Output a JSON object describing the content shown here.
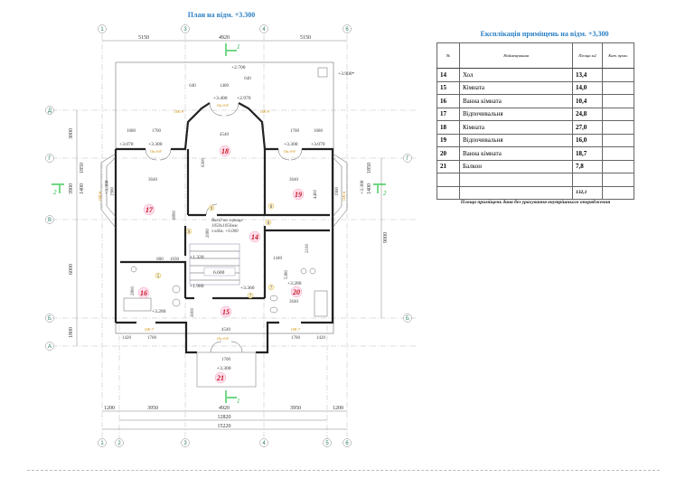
{
  "plan": {
    "title": "План на відм. +3.300",
    "axes_top": [
      "1",
      "3",
      "4",
      "6"
    ],
    "axes_bottom": [
      "1",
      "2",
      "3",
      "4",
      "5",
      "6"
    ],
    "axes_left": [
      "Д",
      "Г",
      "В",
      "Б",
      "А"
    ],
    "axes_right": [
      "Г",
      "Б"
    ],
    "dims_top": [
      "5150",
      "4920",
      "5150"
    ],
    "dims_bottom": [
      "1200",
      "3950",
      "4920",
      "3950",
      "1200"
    ],
    "dims_totals": [
      "12820",
      "15220"
    ],
    "dims_left": [
      "3000",
      "1850",
      "3900",
      "1400",
      "6000",
      "1800"
    ],
    "dims_right": [
      "1850",
      "1400",
      "9000"
    ],
    "dims_inner": [
      "640",
      "1400",
      "640",
      "1680",
      "1700",
      "1700",
      "1680",
      "3640",
      "4540",
      "3640",
      "6300",
      "6890",
      "4400",
      "800",
      "1030",
      "2080",
      "2100",
      "1440",
      "5380",
      "2800",
      "3640",
      "3000",
      "4540",
      "1420",
      "1700",
      "1700",
      "1420",
      "1700",
      "1960",
      "1960"
    ],
    "levels": [
      "+2.700",
      "+3.900*",
      "+3.400",
      "+2.970",
      "+3.070",
      "+3.300",
      "+3.300",
      "+3.070",
      "+1.320",
      "+1.980",
      "6.600",
      "+3.360",
      "+3.280",
      "+3.280",
      "+3.300",
      "+3.300",
      "+3.300"
    ],
    "windows": [
      "ОК-9",
      "ОК-9",
      "Ок.б-8",
      "Ок.б-8",
      "Ок.б-8",
      "ОК-6",
      "ОК-6",
      "ОК-7",
      "ОК-7",
      "Ок.б-8"
    ],
    "doors": [
      "9",
      "9",
      "8",
      "8",
      "7",
      "7",
      "5"
    ],
    "section_mark": [
      "1",
      "1",
      "2",
      "2"
    ],
    "attic_note": [
      "Вихід на горище",
      "1050x1050мм",
      "з відм. +6.000"
    ],
    "rooms": [
      "14",
      "15",
      "16",
      "17",
      "18",
      "19",
      "20",
      "21"
    ]
  },
  "explication": {
    "title": "Експлікація приміщень на відм. +3,300",
    "headers": {
      "num": "№",
      "name": "Найменування",
      "area": "Площа м2",
      "cat": "Кат. прим."
    },
    "rows": [
      {
        "num": "14",
        "name": "Хол",
        "area": "13,4"
      },
      {
        "num": "15",
        "name": "Кімната",
        "area": "14,0"
      },
      {
        "num": "16",
        "name": "Ванна кімната",
        "area": "10,4"
      },
      {
        "num": "17",
        "name": "Відпочивальня",
        "area": "24,8"
      },
      {
        "num": "18",
        "name": "Кімната",
        "area": "27,0"
      },
      {
        "num": "19",
        "name": "Відпочивальня",
        "area": "16,0"
      },
      {
        "num": "20",
        "name": "Ванна кімната",
        "area": "18,7"
      },
      {
        "num": "21",
        "name": "Балкон",
        "area": "7,8"
      }
    ],
    "total": "132,1",
    "note": "Площа приміщень дана без урахування внутрішнього опорядження"
  }
}
